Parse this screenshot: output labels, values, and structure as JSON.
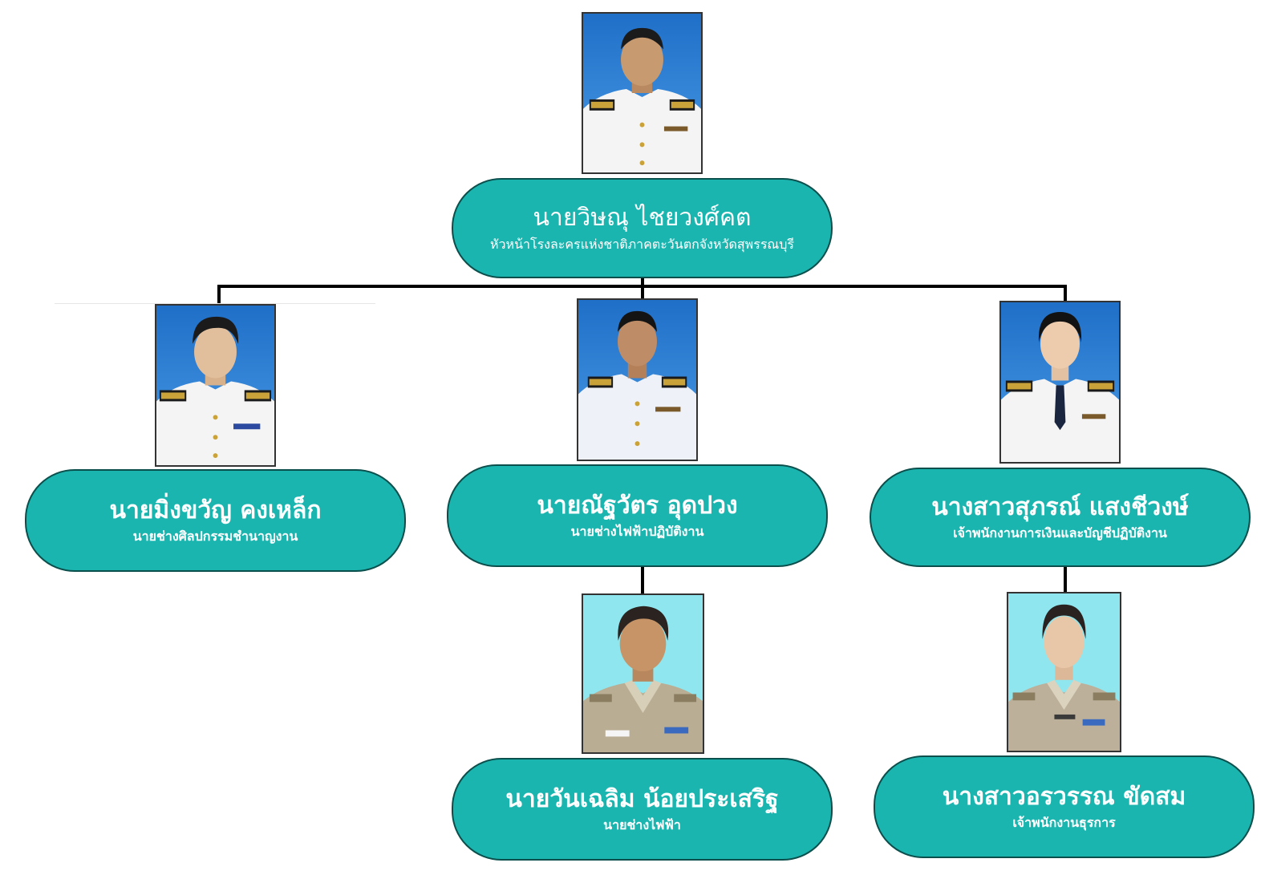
{
  "colors": {
    "card_fill": "#1bb5b0",
    "card_border": "#0b4f4c",
    "connector": "#000000"
  },
  "director": {
    "name": "นายวิษณุ ไชยวงศ์คต",
    "role": "หัวหน้าโรงละครแห่งชาติภาคตะวันตกจังหวัดสุพรรณบุรี",
    "photo": "portrait-white-uniform"
  },
  "staff": [
    {
      "name": "นายมิ่งขวัญ คงเหล็ก",
      "role": "นายช่างศิลปกรรมชำนาญงาน",
      "photo": "portrait-white-uniform"
    },
    {
      "name": "นายณัฐวัตร อุดปวง",
      "role": "นายช่างไฟฟ้าปฏิบัติงาน",
      "photo": "portrait-white-uniform"
    },
    {
      "name": "นางสาวสุภรณ์ แสงชีวงษ์",
      "role": "เจ้าพนักงานการเงินและบัญชีปฏิบัติงาน",
      "photo": "portrait-white-uniform"
    },
    {
      "name": "นายวันเฉลิม น้อยประเสริฐ",
      "role": "นายช่างไฟฟ้า",
      "photo": "portrait-khaki-uniform"
    },
    {
      "name": "นางสาวอรวรรณ ขัดสม",
      "role": "เจ้าพนักงานธุรการ",
      "photo": "portrait-khaki-uniform"
    }
  ]
}
